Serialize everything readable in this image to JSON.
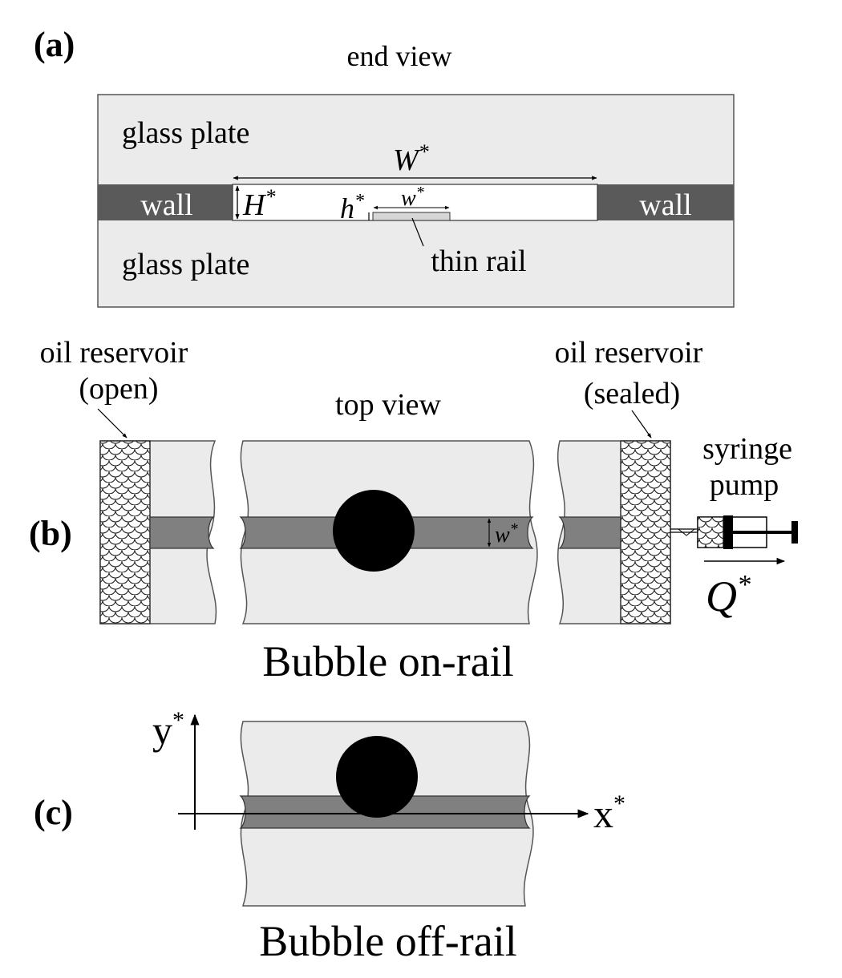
{
  "colors": {
    "glass": "#ebebeb",
    "wall": "#5a5a5a",
    "rail": "#808080",
    "rail_end": "#d6d6d6",
    "bubble": "#000000",
    "stroke": "#333333"
  },
  "panel_a": {
    "label": "(a)",
    "title": "end view",
    "glass_top": "glass plate",
    "glass_bottom": "glass plate",
    "wall_left": "wall",
    "wall_right": "wall",
    "W": "W",
    "H": "H",
    "h": "h",
    "w": "w",
    "star": "*",
    "rail_label": "thin rail"
  },
  "panel_b": {
    "label": "(b)",
    "title": "top view",
    "reservoir_open_1": "oil reservoir",
    "reservoir_open_2": "(open)",
    "reservoir_sealed_1": "oil reservoir",
    "reservoir_sealed_2": "(sealed)",
    "pump_1": "syringe",
    "pump_2": "pump",
    "w": "w",
    "Q": "Q",
    "star": "*",
    "caption": "Bubble on-rail"
  },
  "panel_c": {
    "label": "(c)",
    "y_axis": "y",
    "x_axis": "x",
    "star": "*",
    "caption": "Bubble off-rail"
  }
}
